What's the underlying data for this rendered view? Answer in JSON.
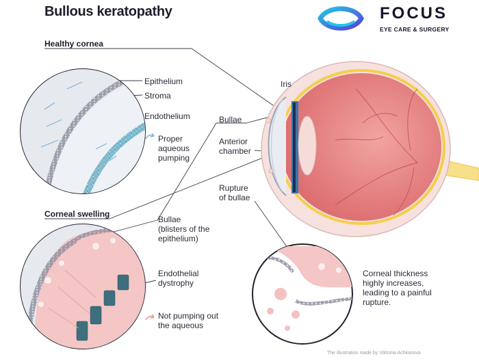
{
  "title": "Bullous keratopathy",
  "brand": {
    "name": "FOCUS",
    "tagline": "EYE CARE & SURGERY"
  },
  "sections": {
    "healthy": "Healthy cornea",
    "swelling": "Corneal swelling"
  },
  "labels": {
    "epithelium": "Epithelium",
    "stroma": "Stroma",
    "endothelium": "Endothelium",
    "proper_pumping": [
      "Proper",
      "aqueous",
      "pumping"
    ],
    "bullae": "Bullae",
    "iris": "Iris",
    "anterior_chamber": [
      "Anterior",
      "chamber"
    ],
    "rupture": [
      "Rupture",
      "of bullae"
    ],
    "bullae_blisters": [
      "Bullae",
      "(blisters of the",
      "epithelium)"
    ],
    "endothelial_dystrophy": [
      "Endothelial",
      "dystrophy"
    ],
    "not_pumping": [
      "Not pumping out",
      "the aqueous"
    ],
    "corneal_thickness": [
      "Corneal thickness",
      "highly increases,",
      "leading to a painful",
      "rupture."
    ]
  },
  "credit": "The illustration made by Viktoriia Achkasova",
  "colors": {
    "accent_blue": "#2aa8e0",
    "accent_purple": "#5a4fd8",
    "bulla_pink": "#f4c0c0",
    "eye_red": "#e8777a",
    "sclera": "#f8e6e3",
    "dark": "#1d1d2b",
    "cell_teal": "#3d6f7f"
  }
}
